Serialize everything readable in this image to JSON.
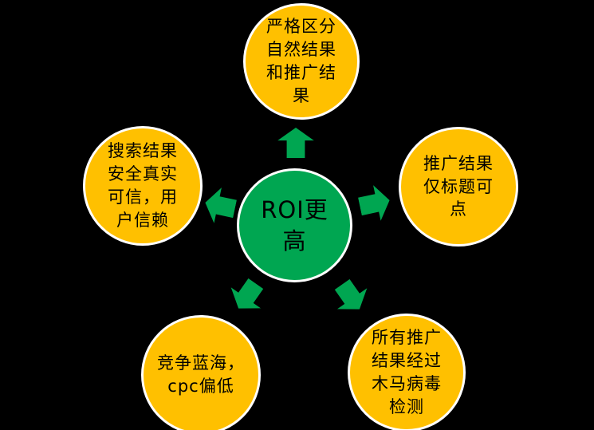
{
  "diagram": {
    "type": "diverging-radial",
    "center": {
      "label": "ROI更\n高"
    },
    "nodes": {
      "top": {
        "label": "严格区分\n自然结果\n和推广结\n果"
      },
      "left": {
        "label": "搜索结果\n安全真实\n可信，用\n户信赖"
      },
      "right": {
        "label": "推广结果\n仅标题可\n点"
      },
      "bottom_left": {
        "label": "竞争蓝海，\ncpc偏低"
      },
      "bottom_right": {
        "label": "所有推广\n结果经过\n木马病毒\n检测"
      }
    },
    "colors": {
      "background": "#000000",
      "node_fill": "#FFC000",
      "center_fill": "#00A651",
      "arrow_fill": "#00A651",
      "node_border": "#FFFFFF",
      "text": "#000000"
    }
  }
}
